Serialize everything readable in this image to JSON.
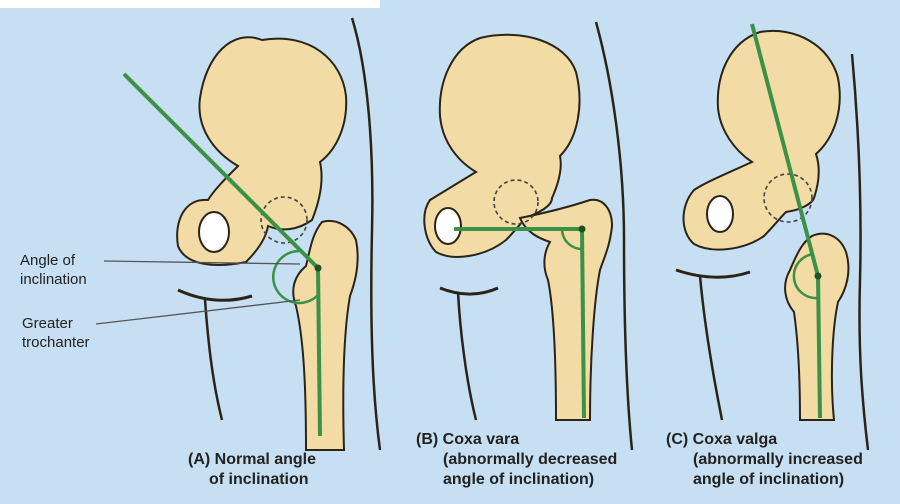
{
  "colors": {
    "background": "#c7dff2",
    "bone_fill": "#f2dba4",
    "bone_outline": "#2a2418",
    "axis_line": "#3b9146",
    "pointer_line": "#555555"
  },
  "labels": {
    "angle_of_inclination": [
      "Angle of",
      "inclination"
    ],
    "greater_trochanter": [
      "Greater",
      "trochanter"
    ]
  },
  "panels": [
    {
      "id": "A",
      "caption": [
        "(A) Normal angle",
        "of inclination"
      ]
    },
    {
      "id": "B",
      "caption": [
        "(B) Coxa vara",
        "(abnormally decreased",
        "angle of inclination)"
      ]
    },
    {
      "id": "C",
      "caption": [
        "(C) Coxa valga",
        "(abnormally increased",
        "angle of inclination)"
      ]
    }
  ]
}
